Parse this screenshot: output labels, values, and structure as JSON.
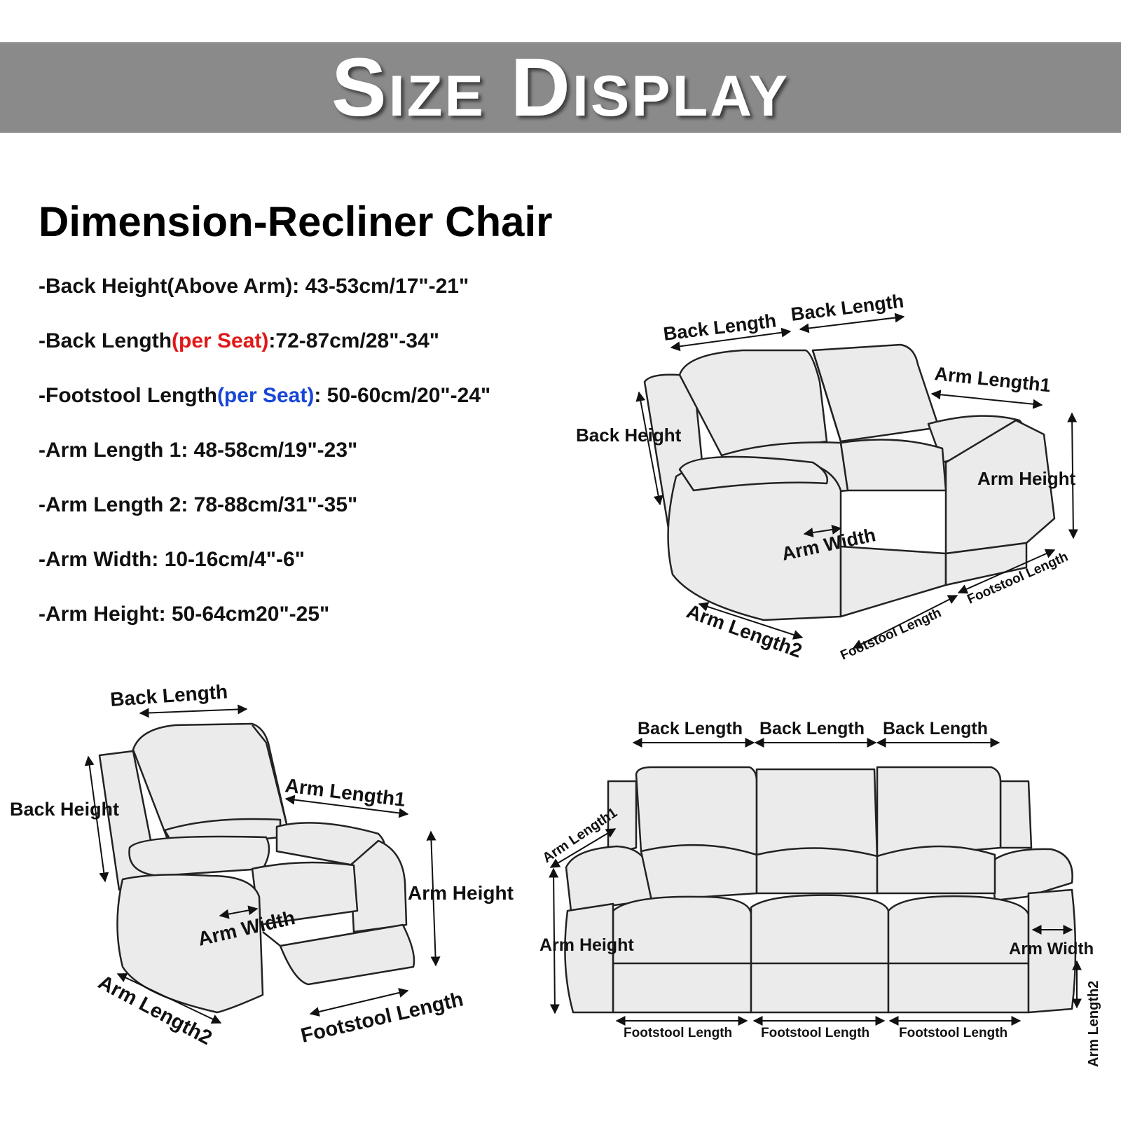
{
  "banner": {
    "title": "Size Display"
  },
  "heading": "Dimension-Recliner Chair",
  "specs": [
    {
      "text": "-Back Height(Above Arm): 43-53cm/17\"-21\""
    },
    {
      "prefix": "-Back Length",
      "highlight": "(per Seat)",
      "suffix": ":72-87cm/28\"-34\"",
      "highlight_color": "#e01818"
    },
    {
      "prefix": "-Footstool Length",
      "highlight": "(per Seat)",
      "suffix": ": 50-60cm/20\"-24\"",
      "highlight_color": "#1846d6"
    },
    {
      "text": "-Arm Length 1: 48-58cm/19\"-23\""
    },
    {
      "text": "-Arm Length 2: 78-88cm/31\"-35\""
    },
    {
      "text": "-Arm Width: 10-16cm/4\"-6\""
    },
    {
      "text": "-Arm Height: 50-64cm20\"-25\""
    }
  ],
  "diagram_labels": {
    "back_length": "Back Length",
    "back_height": "Back Height",
    "arm_length1": "Arm Length1",
    "arm_length2": "Arm Length2",
    "arm_height": "Arm Height",
    "arm_width": "Arm Width",
    "footstool_length": "Footstool Length"
  },
  "colors": {
    "banner": "#8a8a8a",
    "highlight_red": "#e01818",
    "highlight_blue": "#1846d6",
    "sofa_fill": "#ebebeb"
  }
}
